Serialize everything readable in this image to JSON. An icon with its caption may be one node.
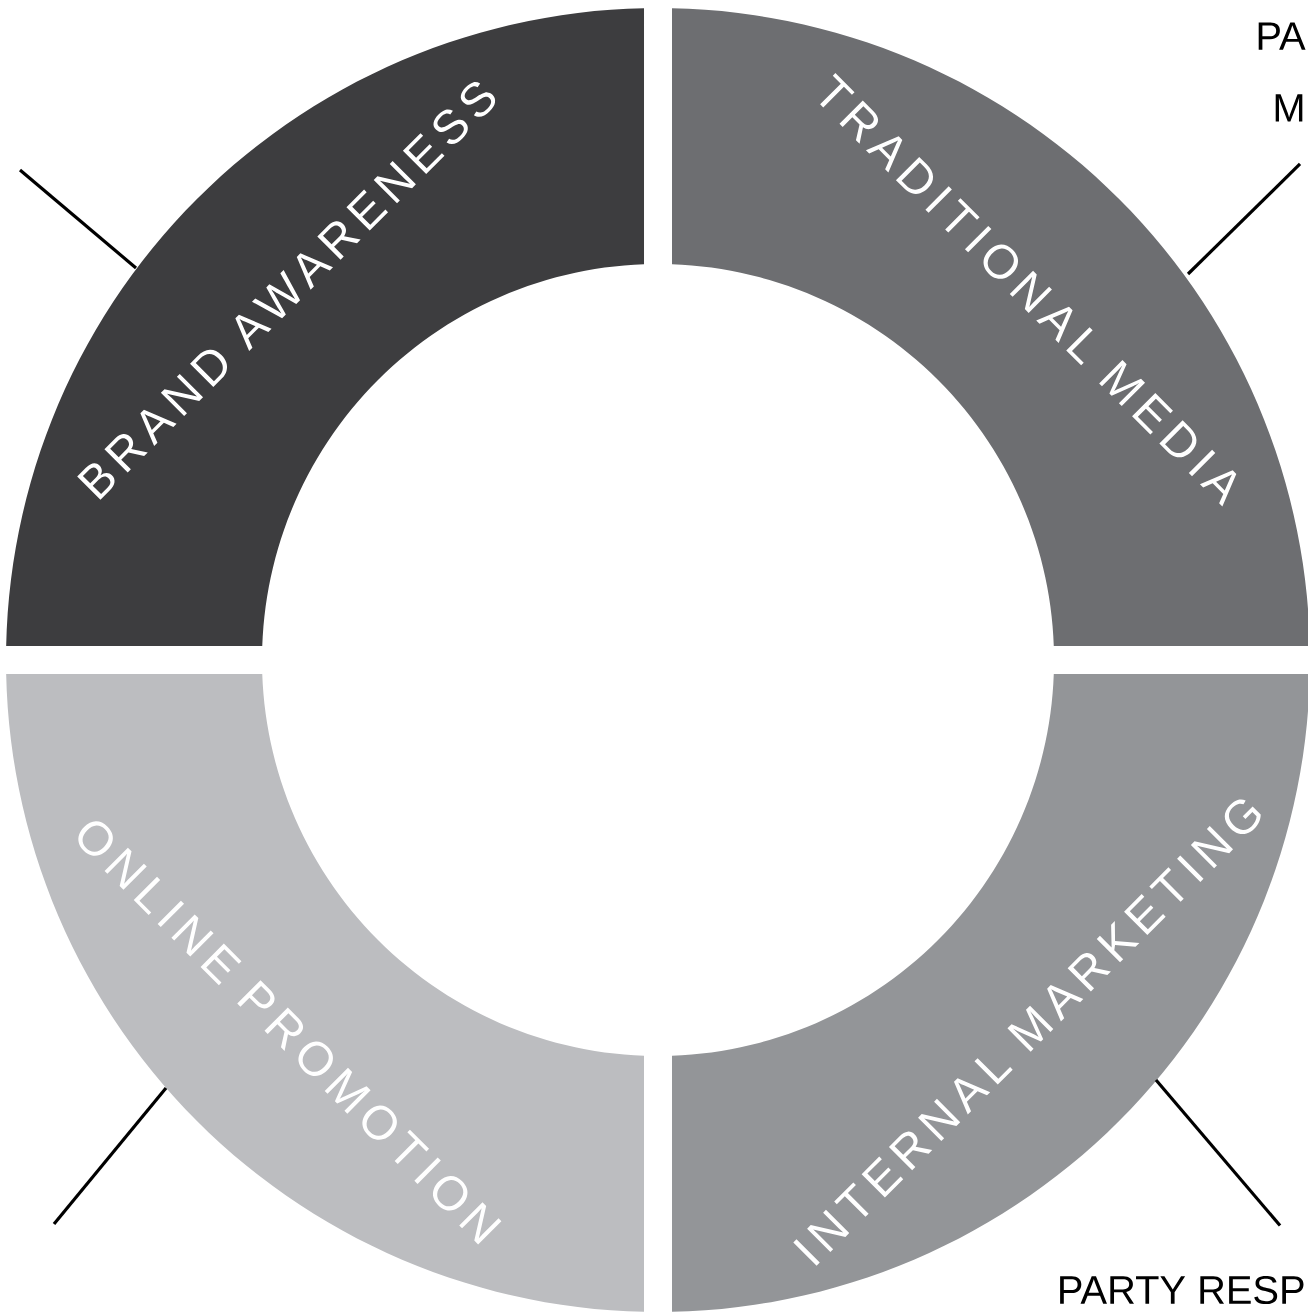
{
  "diagram": {
    "nodes": [
      {
        "text": [
          "BRAND AWARENESS"
        ]
      },
      {
        "text": [
          "TRADITIONAL MEDIA"
        ]
      },
      {
        "text": [
          "INTERNAL MARKETING"
        ]
      },
      {
        "text": [
          "ONLINE PROMOTION"
        ]
      },
      {
        "text": [
          "PA M"
        ]
      },
      {
        "text": [
          "PARTY RESP"
        ]
      }
    ],
    "edges": [
      {
        "from": null,
        "to": 0,
        "arrow": "none"
      },
      {
        "from": 4,
        "to": 1,
        "arrow": "none"
      },
      {
        "from": 5,
        "to": 2,
        "arrow": "none"
      },
      {
        "from": null,
        "to": 3,
        "arrow": "none"
      }
    ]
  }
}
